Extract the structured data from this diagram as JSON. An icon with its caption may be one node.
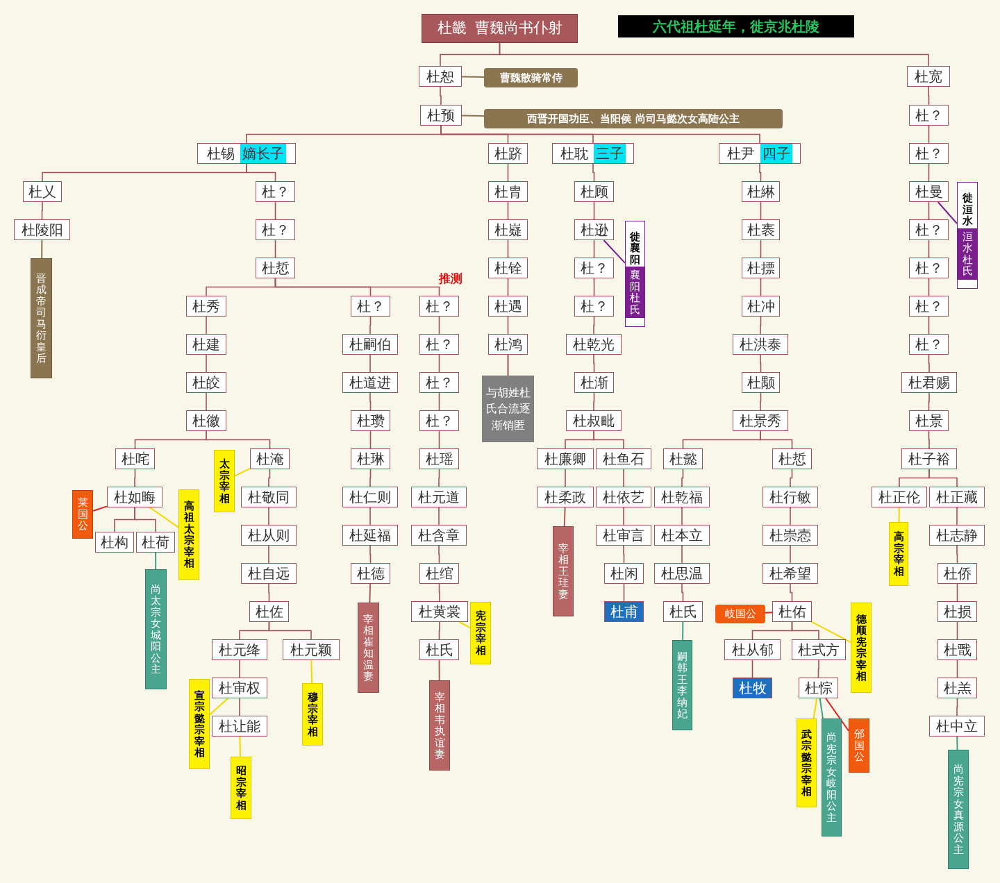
{
  "diagram": {
    "nodes": [
      {
        "text": [
          "杜畿",
          "曹魏尚书仆射"
        ]
      },
      {
        "text": [
          "六代祖杜延年，徙京兆杜陵"
        ]
      },
      {
        "text": [
          "杜恕"
        ]
      },
      {
        "text": [
          "曹魏散骑常侍"
        ]
      },
      {
        "text": [
          "杜预"
        ]
      },
      {
        "text": [
          "西晋开国功臣、当阳侯 尚司马懿次女高陆公主"
        ]
      },
      {
        "text": [
          "杜宽"
        ]
      },
      {
        "text": [
          "杜锡",
          "嫡长子"
        ]
      },
      {
        "text": [
          "杜跻"
        ]
      },
      {
        "text": [
          "杜耽",
          "三子"
        ]
      },
      {
        "text": [
          "杜尹",
          "四子"
        ]
      },
      {
        "text": [
          "杜？"
        ]
      },
      {
        "text": [
          "杜？"
        ]
      },
      {
        "text": [
          "杜曼"
        ]
      },
      {
        "text": [
          "徙洹水",
          "洹水杜氏"
        ]
      },
      {
        "text": [
          "杜？"
        ]
      },
      {
        "text": [
          "杜？"
        ]
      },
      {
        "text": [
          "杜？"
        ]
      },
      {
        "text": [
          "杜？"
        ]
      },
      {
        "text": [
          "杜君赐"
        ]
      },
      {
        "text": [
          "杜景"
        ]
      },
      {
        "text": [
          "杜子裕"
        ]
      },
      {
        "text": [
          "杜正伦"
        ]
      },
      {
        "text": [
          "杜正藏"
        ]
      },
      {
        "text": [
          "高宗宰相"
        ]
      },
      {
        "text": [
          "杜志静"
        ]
      },
      {
        "text": [
          "杜侨"
        ]
      },
      {
        "text": [
          "杜损"
        ]
      },
      {
        "text": [
          "杜戬"
        ]
      },
      {
        "text": [
          "杜羔"
        ]
      },
      {
        "text": [
          "杜中立"
        ]
      },
      {
        "text": [
          "尚宪宗女真源公主"
        ]
      },
      {
        "text": [
          "杜乂"
        ]
      },
      {
        "text": [
          "杜？"
        ]
      },
      {
        "text": [
          "杜陵阳"
        ]
      },
      {
        "text": [
          "晋成帝司马衍皇后"
        ]
      },
      {
        "text": [
          "杜？"
        ]
      },
      {
        "text": [
          "杜悊"
        ]
      },
      {
        "text": [
          "杜秀"
        ]
      },
      {
        "text": [
          "杜？"
        ]
      },
      {
        "text": [
          "杜？"
        ]
      },
      {
        "text": [
          "杜建"
        ]
      },
      {
        "text": [
          "杜皎"
        ]
      },
      {
        "text": [
          "杜徽"
        ]
      },
      {
        "text": [
          "杜咤"
        ]
      },
      {
        "text": [
          "杜淹"
        ]
      },
      {
        "text": [
          "太宗宰相"
        ]
      },
      {
        "text": [
          "杜如晦"
        ]
      },
      {
        "text": [
          "莱国公"
        ]
      },
      {
        "text": [
          "高祖太宗宰相"
        ]
      },
      {
        "text": [
          "杜构"
        ]
      },
      {
        "text": [
          "杜荷"
        ]
      },
      {
        "text": [
          "尚太宗女城阳公主"
        ]
      },
      {
        "text": [
          "杜敬同"
        ]
      },
      {
        "text": [
          "杜从则"
        ]
      },
      {
        "text": [
          "杜自远"
        ]
      },
      {
        "text": [
          "杜佐"
        ]
      },
      {
        "text": [
          "杜元绛"
        ]
      },
      {
        "text": [
          "杜元颖"
        ]
      },
      {
        "text": [
          "杜审权"
        ]
      },
      {
        "text": [
          "宣宗懿宗宰相"
        ]
      },
      {
        "text": [
          "杜让能"
        ]
      },
      {
        "text": [
          "昭宗宰相"
        ]
      },
      {
        "text": [
          "穆宗宰相"
        ]
      },
      {
        "text": [
          "杜嗣伯"
        ]
      },
      {
        "text": [
          "杜道进"
        ]
      },
      {
        "text": [
          "杜瓒"
        ]
      },
      {
        "text": [
          "杜琳"
        ]
      },
      {
        "text": [
          "杜仁则"
        ]
      },
      {
        "text": [
          "杜延福"
        ]
      },
      {
        "text": [
          "杜德"
        ]
      },
      {
        "text": [
          "宰相崔知温妻"
        ]
      },
      {
        "text": [
          "杜？"
        ]
      },
      {
        "text": [
          "杜？"
        ]
      },
      {
        "text": [
          "杜？"
        ]
      },
      {
        "text": [
          "杜瑶"
        ]
      },
      {
        "text": [
          "杜元道"
        ]
      },
      {
        "text": [
          "杜含章"
        ]
      },
      {
        "text": [
          "杜绾"
        ]
      },
      {
        "text": [
          "杜黄裳"
        ]
      },
      {
        "text": [
          "宪宗宰相"
        ]
      },
      {
        "text": [
          "杜氏"
        ]
      },
      {
        "text": [
          "宰相韦执谊妻"
        ]
      },
      {
        "text": [
          "杜胄"
        ]
      },
      {
        "text": [
          "杜嶷"
        ]
      },
      {
        "text": [
          "杜铨"
        ]
      },
      {
        "text": [
          "杜遇"
        ]
      },
      {
        "text": [
          "杜鸿"
        ]
      },
      {
        "text": [
          "与胡姓杜氏合流逐渐销匿"
        ]
      },
      {
        "text": [
          "杜顾"
        ]
      },
      {
        "text": [
          "杜逊"
        ]
      },
      {
        "text": [
          "徙襄阳",
          "襄阳杜氏"
        ]
      },
      {
        "text": [
          "杜？"
        ]
      },
      {
        "text": [
          "杜？"
        ]
      },
      {
        "text": [
          "杜乾光"
        ]
      },
      {
        "text": [
          "杜渐"
        ]
      },
      {
        "text": [
          "杜叔毗"
        ]
      },
      {
        "text": [
          "杜廉卿"
        ]
      },
      {
        "text": [
          "杜鱼石"
        ]
      },
      {
        "text": [
          "杜柔政"
        ]
      },
      {
        "text": [
          "宰相王珪妻"
        ]
      },
      {
        "text": [
          "杜依艺"
        ]
      },
      {
        "text": [
          "杜审言"
        ]
      },
      {
        "text": [
          "杜闲"
        ]
      },
      {
        "text": [
          "杜甫"
        ]
      },
      {
        "text": [
          "杜綝"
        ]
      },
      {
        "text": [
          "杜袠"
        ]
      },
      {
        "text": [
          "杜摽"
        ]
      },
      {
        "text": [
          "杜冲"
        ]
      },
      {
        "text": [
          "杜洪泰"
        ]
      },
      {
        "text": [
          "杜颙"
        ]
      },
      {
        "text": [
          "杜景秀"
        ]
      },
      {
        "text": [
          "杜懿"
        ]
      },
      {
        "text": [
          "杜悊"
        ]
      },
      {
        "text": [
          "杜乾福"
        ]
      },
      {
        "text": [
          "杜本立"
        ]
      },
      {
        "text": [
          "杜思温"
        ]
      },
      {
        "text": [
          "杜氏"
        ]
      },
      {
        "text": [
          "嗣韩王李纳妃"
        ]
      },
      {
        "text": [
          "杜行敏"
        ]
      },
      {
        "text": [
          "杜崇悫"
        ]
      },
      {
        "text": [
          "杜希望"
        ]
      },
      {
        "text": [
          "杜佑"
        ]
      },
      {
        "text": [
          "岐国公"
        ]
      },
      {
        "text": [
          "德顺宪宗宰相"
        ]
      },
      {
        "text": [
          "杜从郁"
        ]
      },
      {
        "text": [
          "杜式方"
        ]
      },
      {
        "text": [
          "杜牧"
        ]
      },
      {
        "text": [
          "杜悰"
        ]
      },
      {
        "text": [
          "武宗懿宗宰相"
        ]
      },
      {
        "text": [
          "尚宪宗女岐阳公主"
        ]
      },
      {
        "text": [
          "邠国公"
        ]
      }
    ],
    "edges": [
      {
        "from": 0,
        "to": 2,
        "arrow": "none"
      },
      {
        "from": 0,
        "to": 6,
        "arrow": "none"
      },
      {
        "from": 2,
        "to": 4,
        "arrow": "none"
      },
      {
        "from": 4,
        "to": 7,
        "arrow": "none"
      },
      {
        "from": 4,
        "to": 8,
        "arrow": "none"
      },
      {
        "from": 4,
        "to": 9,
        "arrow": "none"
      },
      {
        "from": 4,
        "to": 10,
        "arrow": "none"
      },
      {
        "from": 6,
        "to": 11,
        "arrow": "none"
      },
      {
        "from": 11,
        "to": 12,
        "arrow": "none"
      },
      {
        "from": 12,
        "to": 13,
        "arrow": "none"
      },
      {
        "from": 13,
        "to": 15,
        "arrow": "none"
      },
      {
        "from": 15,
        "to": 16,
        "arrow": "none"
      },
      {
        "from": 16,
        "to": 17,
        "arrow": "none"
      },
      {
        "from": 17,
        "to": 18,
        "arrow": "none"
      },
      {
        "from": 18,
        "to": 19,
        "arrow": "none"
      },
      {
        "from": 19,
        "to": 20,
        "arrow": "none"
      },
      {
        "from": 20,
        "to": 21,
        "arrow": "none"
      },
      {
        "from": 21,
        "to": 22,
        "arrow": "none"
      },
      {
        "from": 21,
        "to": 23,
        "arrow": "none"
      },
      {
        "from": 23,
        "to": 25,
        "arrow": "none"
      },
      {
        "from": 25,
        "to": 26,
        "arrow": "none"
      },
      {
        "from": 26,
        "to": 27,
        "arrow": "none"
      },
      {
        "from": 27,
        "to": 28,
        "arrow": "none"
      },
      {
        "from": 28,
        "to": 29,
        "arrow": "none"
      },
      {
        "from": 29,
        "to": 30,
        "arrow": "none"
      },
      {
        "from": 7,
        "to": 32,
        "arrow": "none"
      },
      {
        "from": 7,
        "to": 33,
        "arrow": "none"
      },
      {
        "from": 32,
        "to": 34,
        "arrow": "none"
      },
      {
        "from": 33,
        "to": 36,
        "arrow": "none"
      },
      {
        "from": 36,
        "to": 37,
        "arrow": "none"
      },
      {
        "from": 37,
        "to": 38,
        "arrow": "none"
      },
      {
        "from": 37,
        "to": 39,
        "arrow": "none"
      },
      {
        "from": 37,
        "to": 40,
        "arrow": "none"
      },
      {
        "from": 38,
        "to": 41,
        "arrow": "none"
      },
      {
        "from": 41,
        "to": 42,
        "arrow": "none"
      },
      {
        "from": 42,
        "to": 43,
        "arrow": "none"
      },
      {
        "from": 43,
        "to": 44,
        "arrow": "none"
      },
      {
        "from": 43,
        "to": 45,
        "arrow": "none"
      },
      {
        "from": 44,
        "to": 47,
        "arrow": "none"
      },
      {
        "from": 47,
        "to": 50,
        "arrow": "none"
      },
      {
        "from": 47,
        "to": 51,
        "arrow": "none"
      },
      {
        "from": 45,
        "to": 53,
        "arrow": "none"
      },
      {
        "from": 53,
        "to": 54,
        "arrow": "none"
      },
      {
        "from": 54,
        "to": 55,
        "arrow": "none"
      },
      {
        "from": 55,
        "to": 56,
        "arrow": "none"
      },
      {
        "from": 56,
        "to": 57,
        "arrow": "none"
      },
      {
        "from": 56,
        "to": 58,
        "arrow": "none"
      },
      {
        "from": 57,
        "to": 59,
        "arrow": "none"
      },
      {
        "from": 59,
        "to": 61,
        "arrow": "none"
      },
      {
        "from": 39,
        "to": 64,
        "arrow": "none"
      },
      {
        "from": 64,
        "to": 65,
        "arrow": "none"
      },
      {
        "from": 65,
        "to": 66,
        "arrow": "none"
      },
      {
        "from": 66,
        "to": 67,
        "arrow": "none"
      },
      {
        "from": 67,
        "to": 68,
        "arrow": "none"
      },
      {
        "from": 68,
        "to": 69,
        "arrow": "none"
      },
      {
        "from": 69,
        "to": 70,
        "arrow": "none"
      },
      {
        "from": 40,
        "to": 72,
        "arrow": "none"
      },
      {
        "from": 72,
        "to": 73,
        "arrow": "none"
      },
      {
        "from": 73,
        "to": 74,
        "arrow": "none"
      },
      {
        "from": 74,
        "to": 75,
        "arrow": "none"
      },
      {
        "from": 75,
        "to": 76,
        "arrow": "none"
      },
      {
        "from": 76,
        "to": 77,
        "arrow": "none"
      },
      {
        "from": 77,
        "to": 78,
        "arrow": "none"
      },
      {
        "from": 78,
        "to": 79,
        "arrow": "none"
      },
      {
        "from": 79,
        "to": 81,
        "arrow": "none"
      },
      {
        "from": 8,
        "to": 83,
        "arrow": "none"
      },
      {
        "from": 83,
        "to": 84,
        "arrow": "none"
      },
      {
        "from": 84,
        "to": 85,
        "arrow": "none"
      },
      {
        "from": 85,
        "to": 86,
        "arrow": "none"
      },
      {
        "from": 86,
        "to": 87,
        "arrow": "none"
      },
      {
        "from": 87,
        "to": 88,
        "arrow": "none"
      },
      {
        "from": 9,
        "to": 89,
        "arrow": "none"
      },
      {
        "from": 89,
        "to": 90,
        "arrow": "none"
      },
      {
        "from": 90,
        "to": 92,
        "arrow": "none"
      },
      {
        "from": 92,
        "to": 93,
        "arrow": "none"
      },
      {
        "from": 93,
        "to": 94,
        "arrow": "none"
      },
      {
        "from": 94,
        "to": 95,
        "arrow": "none"
      },
      {
        "from": 95,
        "to": 96,
        "arrow": "none"
      },
      {
        "from": 96,
        "to": 97,
        "arrow": "none"
      },
      {
        "from": 96,
        "to": 98,
        "arrow": "none"
      },
      {
        "from": 97,
        "to": 99,
        "arrow": "none"
      },
      {
        "from": 98,
        "to": 101,
        "arrow": "none"
      },
      {
        "from": 101,
        "to": 102,
        "arrow": "none"
      },
      {
        "from": 102,
        "to": 103,
        "arrow": "none"
      },
      {
        "from": 103,
        "to": 104,
        "arrow": "none"
      },
      {
        "from": 10,
        "to": 105,
        "arrow": "none"
      },
      {
        "from": 105,
        "to": 106,
        "arrow": "none"
      },
      {
        "from": 106,
        "to": 107,
        "arrow": "none"
      },
      {
        "from": 107,
        "to": 108,
        "arrow": "none"
      },
      {
        "from": 108,
        "to": 109,
        "arrow": "none"
      },
      {
        "from": 109,
        "to": 110,
        "arrow": "none"
      },
      {
        "from": 110,
        "to": 111,
        "arrow": "none"
      },
      {
        "from": 111,
        "to": 112,
        "arrow": "none"
      },
      {
        "from": 111,
        "to": 113,
        "arrow": "none"
      },
      {
        "from": 112,
        "to": 114,
        "arrow": "none"
      },
      {
        "from": 114,
        "to": 115,
        "arrow": "none"
      },
      {
        "from": 115,
        "to": 116,
        "arrow": "none"
      },
      {
        "from": 116,
        "to": 117,
        "arrow": "none"
      },
      {
        "from": 113,
        "to": 119,
        "arrow": "none"
      },
      {
        "from": 119,
        "to": 120,
        "arrow": "none"
      },
      {
        "from": 120,
        "to": 121,
        "arrow": "none"
      },
      {
        "from": 121,
        "to": 122,
        "arrow": "none"
      },
      {
        "from": 122,
        "to": 125,
        "arrow": "none"
      },
      {
        "from": 122,
        "to": 126,
        "arrow": "none"
      },
      {
        "from": 125,
        "to": 127,
        "arrow": "none"
      },
      {
        "from": 126,
        "to": 128,
        "arrow": "none"
      },
      {
        "from": 2,
        "to": 3,
        "arrow": "none",
        "color": "#8b7550"
      },
      {
        "from": 4,
        "to": 5,
        "arrow": "none",
        "color": "#8b7550"
      },
      {
        "from": 13,
        "to": 14,
        "arrow": "none",
        "color": "#7b1f8f"
      },
      {
        "from": 22,
        "to": 24,
        "arrow": "none",
        "color": "#f5d800"
      },
      {
        "from": 30,
        "to": 31,
        "arrow": "none",
        "color": "#3f9f88"
      },
      {
        "from": 34,
        "to": 35,
        "arrow": "none",
        "color": "#8b7550"
      },
      {
        "from": 45,
        "to": 46,
        "arrow": "none",
        "color": "#f5d800"
      },
      {
        "from": 47,
        "to": 48,
        "arrow": "none",
        "color": "#e02020"
      },
      {
        "from": 47,
        "to": 49,
        "arrow": "none",
        "color": "#f5d800"
      },
      {
        "from": 51,
        "to": 52,
        "arrow": "none",
        "color": "#3f9f88"
      },
      {
        "from": 59,
        "to": 60,
        "arrow": "none",
        "color": "#f5d800"
      },
      {
        "from": 61,
        "to": 62,
        "arrow": "none",
        "color": "#f5d800"
      },
      {
        "from": 58,
        "to": 63,
        "arrow": "none",
        "color": "#f5d800"
      },
      {
        "from": 70,
        "to": 71,
        "arrow": "none",
        "color": "#b35a5a"
      },
      {
        "from": 79,
        "to": 80,
        "arrow": "none",
        "color": "#f5d800"
      },
      {
        "from": 81,
        "to": 82,
        "arrow": "none",
        "color": "#b35a5a"
      },
      {
        "from": 90,
        "to": 91,
        "arrow": "none",
        "color": "#7b1f8f"
      },
      {
        "from": 99,
        "to": 100,
        "arrow": "none",
        "color": "#b35a5a"
      },
      {
        "from": 117,
        "to": 118,
        "arrow": "none",
        "color": "#3f9f88"
      },
      {
        "from": 122,
        "to": 123,
        "arrow": "none",
        "color": "#e02020"
      },
      {
        "from": 122,
        "to": 124,
        "arrow": "none",
        "color": "#f5d800"
      },
      {
        "from": 128,
        "to": 129,
        "arrow": "none",
        "color": "#f5d800"
      },
      {
        "from": 128,
        "to": 130,
        "arrow": "none",
        "color": "#3f9f88"
      },
      {
        "from": 128,
        "to": 131,
        "arrow": "none",
        "color": "#e02020"
      }
    ],
    "labels": [
      "推测"
    ]
  }
}
